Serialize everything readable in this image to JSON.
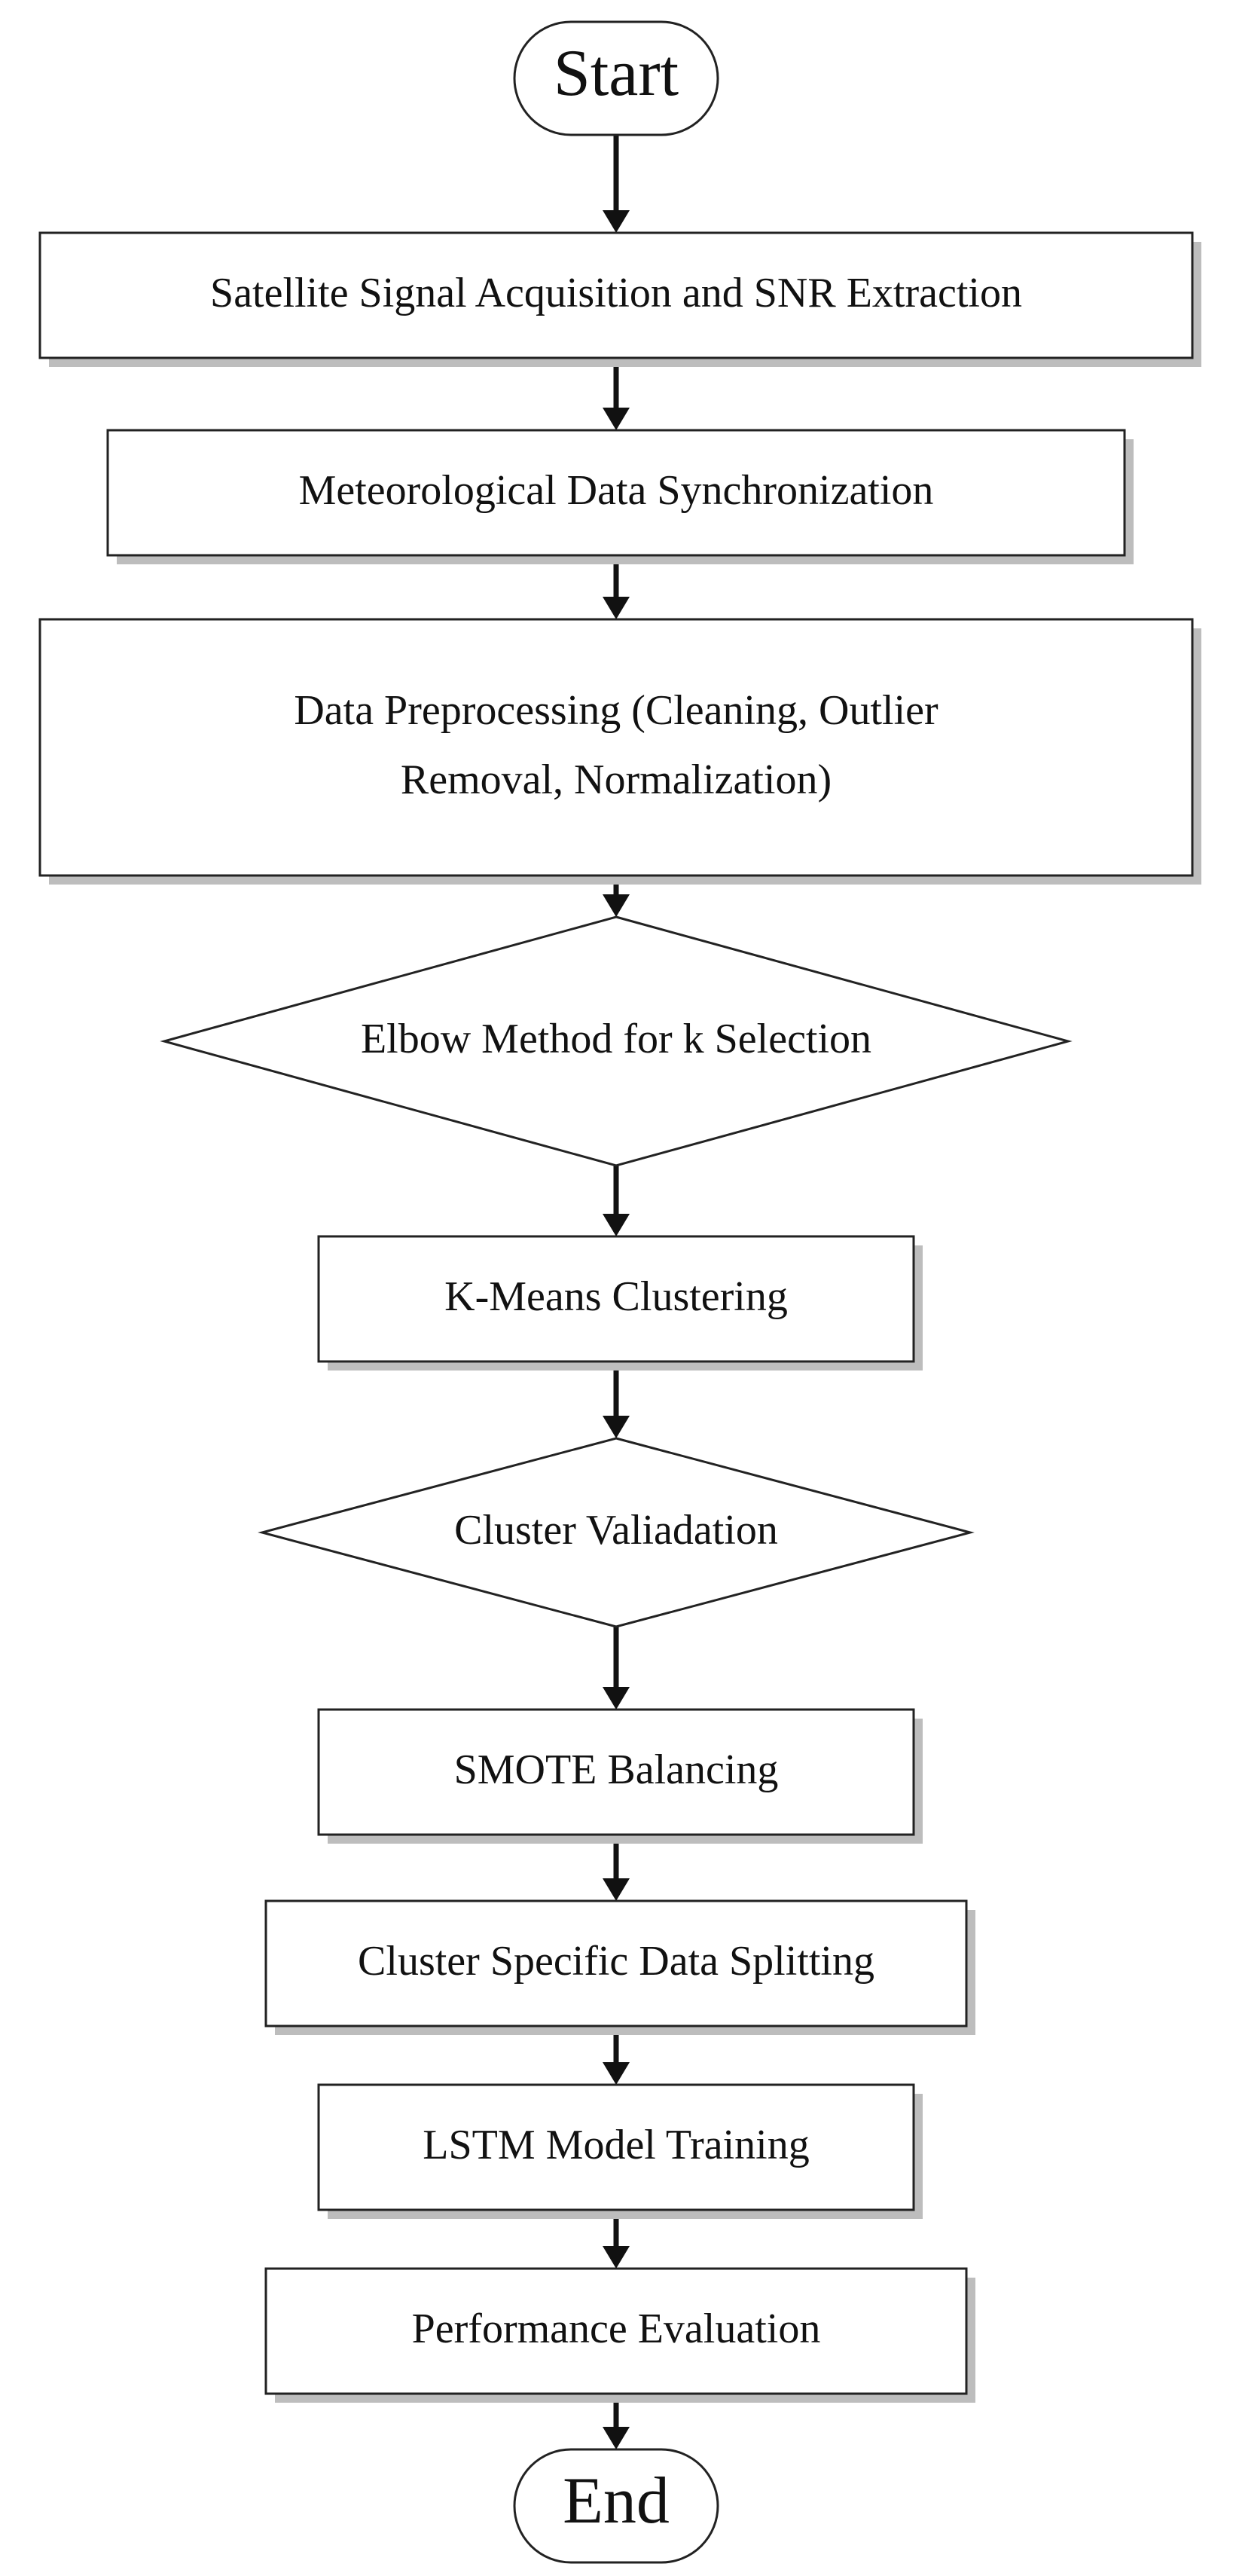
{
  "flowchart": {
    "nodes": [
      {
        "id": "start",
        "shape": "terminal",
        "lines": [
          "Start"
        ]
      },
      {
        "id": "acquisition",
        "shape": "process",
        "lines": [
          "Satellite Signal Acquisition and SNR Extraction"
        ]
      },
      {
        "id": "sync",
        "shape": "process",
        "lines": [
          "Meteorological Data Synchronization"
        ]
      },
      {
        "id": "preprocessing",
        "shape": "process",
        "lines": [
          "Data Preprocessing (Cleaning, Outlier",
          "Removal, Normalization)"
        ]
      },
      {
        "id": "elbow",
        "shape": "decision",
        "lines": [
          "Elbow Method for k Selection"
        ]
      },
      {
        "id": "kmeans",
        "shape": "process",
        "lines": [
          "K-Means Clustering"
        ]
      },
      {
        "id": "validation",
        "shape": "decision",
        "lines": [
          "Cluster Valiadation"
        ]
      },
      {
        "id": "smote",
        "shape": "process",
        "lines": [
          "SMOTE Balancing"
        ]
      },
      {
        "id": "splitting",
        "shape": "process",
        "lines": [
          "Cluster Specific Data Splitting"
        ]
      },
      {
        "id": "lstm",
        "shape": "process",
        "lines": [
          "LSTM Model Training"
        ]
      },
      {
        "id": "evaluation",
        "shape": "process",
        "lines": [
          "Performance Evaluation"
        ]
      },
      {
        "id": "end",
        "shape": "terminal",
        "lines": [
          "End"
        ]
      }
    ],
    "edges": [
      {
        "from": "start",
        "to": "acquisition"
      },
      {
        "from": "acquisition",
        "to": "sync"
      },
      {
        "from": "sync",
        "to": "preprocessing"
      },
      {
        "from": "preprocessing",
        "to": "elbow"
      },
      {
        "from": "elbow",
        "to": "kmeans"
      },
      {
        "from": "kmeans",
        "to": "validation"
      },
      {
        "from": "validation",
        "to": "smote"
      },
      {
        "from": "smote",
        "to": "splitting"
      },
      {
        "from": "splitting",
        "to": "lstm"
      },
      {
        "from": "lstm",
        "to": "evaluation"
      },
      {
        "from": "evaluation",
        "to": "end"
      }
    ]
  }
}
